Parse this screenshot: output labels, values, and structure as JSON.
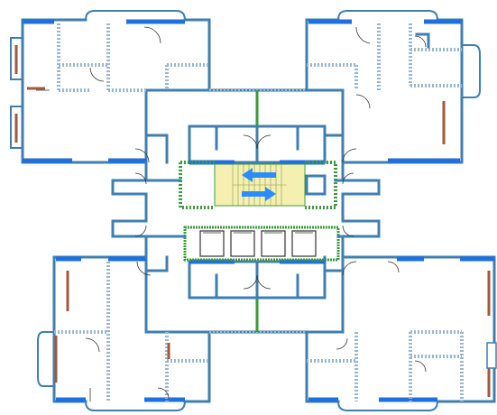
{
  "colors": {
    "wall": "#3f7fb0",
    "accent_blue": "#1e6fe0",
    "core_green": "#3c9a3c",
    "window": "#a05a3a",
    "stair_fill": "#f5f0b0",
    "arrow": "#2a8cff"
  },
  "stair": {
    "arrows": [
      "left",
      "right"
    ]
  },
  "elevators": {
    "count": 4
  }
}
